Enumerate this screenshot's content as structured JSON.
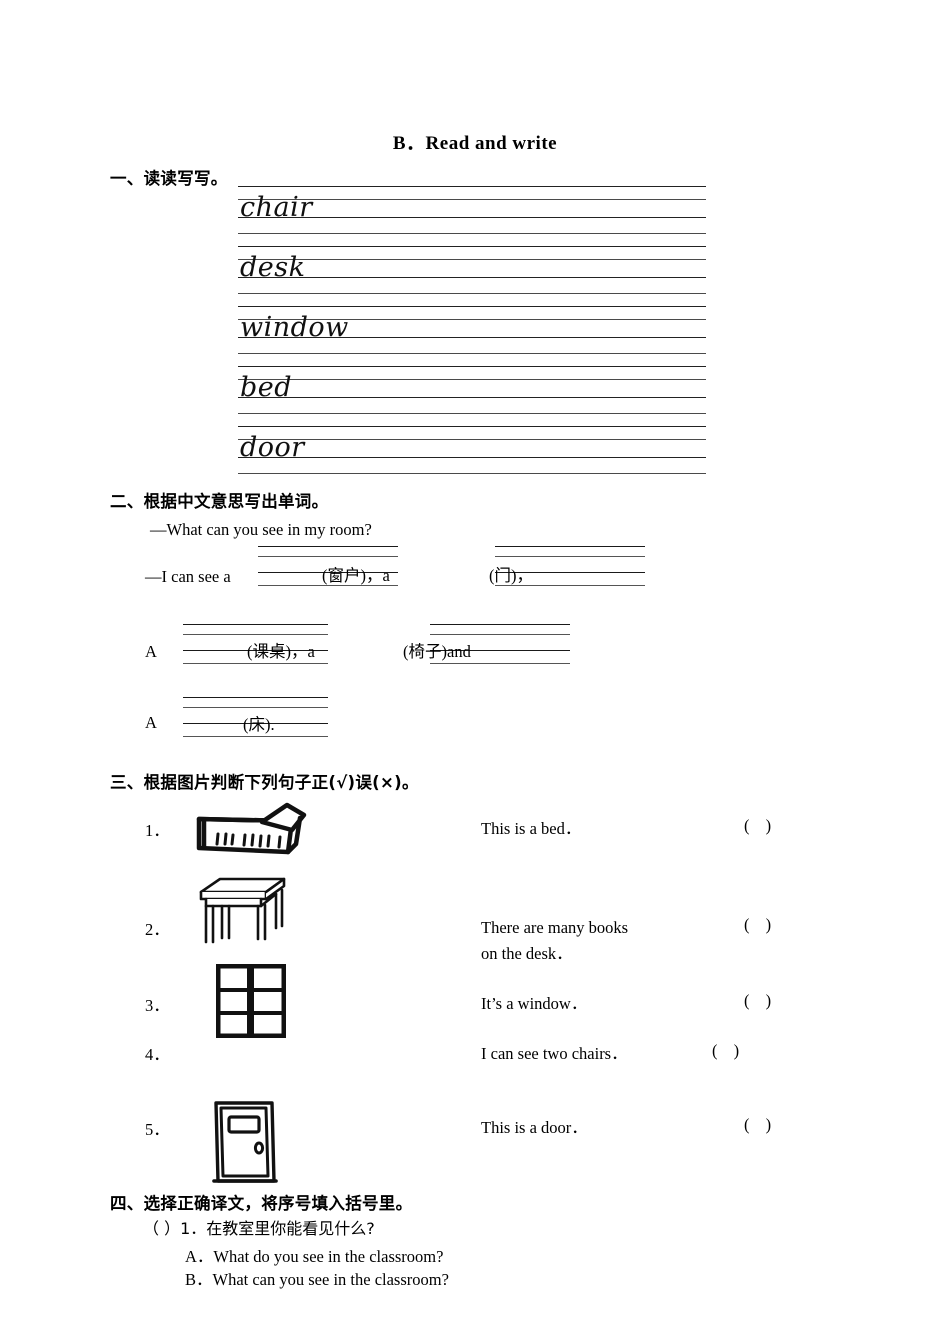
{
  "page": {
    "title": "B．Read and write"
  },
  "section1": {
    "heading": "一、读读写写。",
    "words": [
      "chair",
      "desk",
      "window",
      "bed",
      "door"
    ]
  },
  "section2": {
    "heading": "二、根据中文意思写出单词。",
    "line1": "—What can you see in my room?",
    "line2_prefix": "—I can see a",
    "hint_window": "(窗户)，a",
    "hint_door": "(门)，",
    "row2_label": "A",
    "hint_desk": "(课桌)，a",
    "hint_chair": "(椅子)and",
    "row3_label": "A",
    "hint_bed": "(床)."
  },
  "section3": {
    "heading": "三、根据图片判断下列句子正(√)误(×)。",
    "items": [
      {
        "num": "1．",
        "picture": "bed-illustration",
        "sentence": "This is a bed．",
        "answer_box": "(  )"
      },
      {
        "num": "2．",
        "picture": "desk-illustration",
        "sentence": "There are many books\non the desk．",
        "answer_box": "(  )"
      },
      {
        "num": "3．",
        "picture": "window-illustration",
        "sentence": "It’s a window．",
        "answer_box": "(  )"
      },
      {
        "num": "4．",
        "picture": "none",
        "sentence": "I can see two chairs．",
        "answer_box": "(  )"
      },
      {
        "num": "5．",
        "picture": "door-illustration",
        "sentence": "This is a door．",
        "answer_box": "(  )"
      }
    ]
  },
  "section4": {
    "heading": "四、选择正确译文，将序号填入括号里。",
    "q1_box": "（  ）1．",
    "q1_text": "在教室里你能看见什么?",
    "q1_optionA": "A．What do you see in the classroom?",
    "q1_optionB": "B．What can you see in the classroom?"
  }
}
